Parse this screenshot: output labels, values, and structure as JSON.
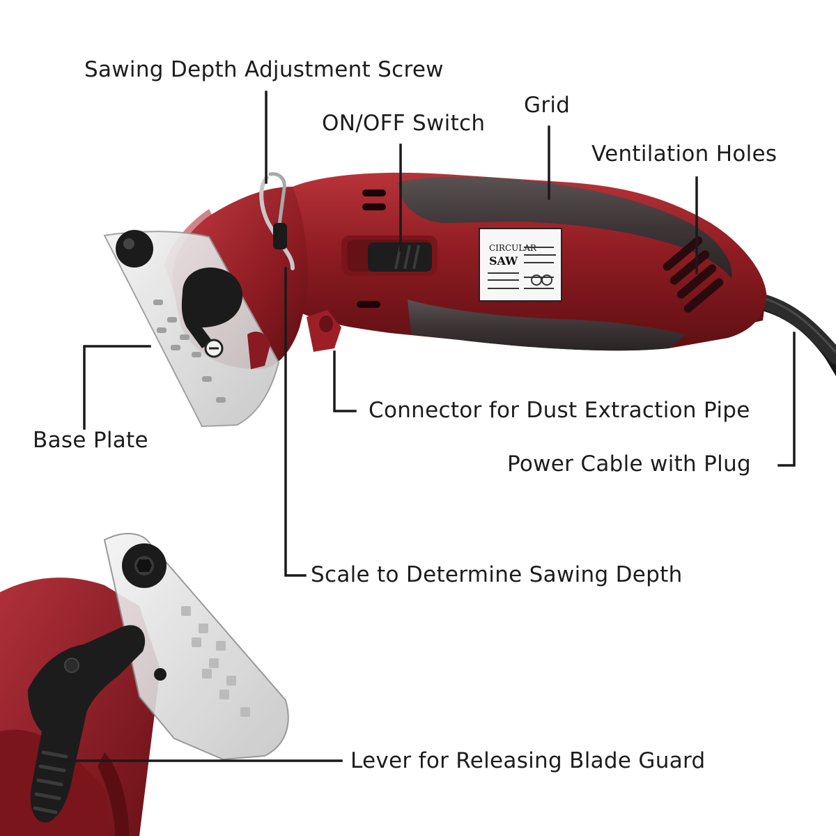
{
  "callouts": {
    "depth_screw": "Sawing Depth Adjustment Screw",
    "on_off_switch": "ON/OFF Switch",
    "grid": "Grid",
    "ventilation": "Ventilation Holes",
    "dust_connector": "Connector for Dust Extraction Pipe",
    "base_plate": "Base Plate",
    "power_cable": "Power Cable with Plug",
    "depth_scale": "Scale to Determine Sawing Depth",
    "blade_guard_lever": "Lever for Releasing Blade Guard"
  },
  "product_label": {
    "line1": "CIRCULAR",
    "line2": "SAW"
  },
  "colors": {
    "body_red": "#8e1c22",
    "grip_dark": "#3d3536",
    "callout_line": "#1a1a1a",
    "background": "#ffffff"
  }
}
